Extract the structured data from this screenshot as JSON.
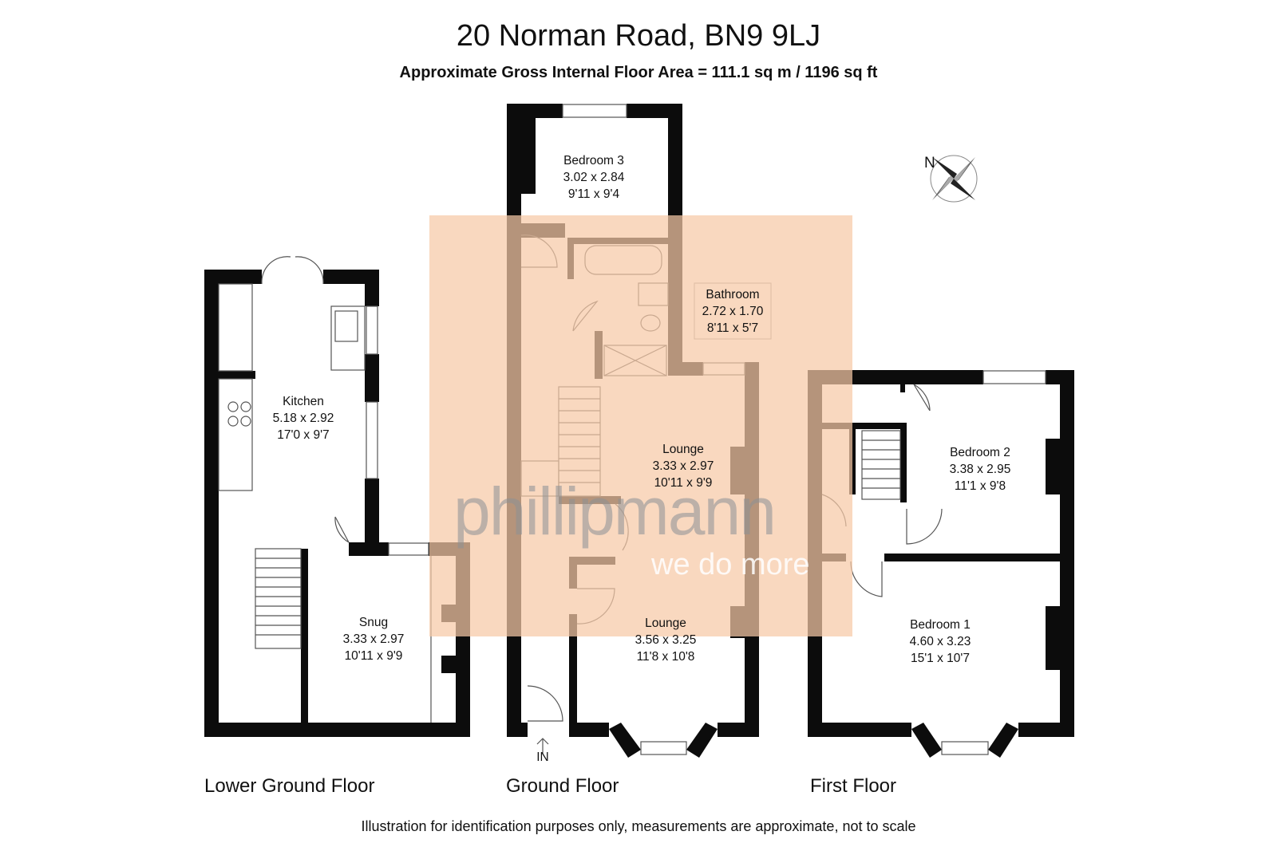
{
  "title": "20 Norman Road, BN9 9LJ",
  "subtitle": "Approximate Gross Internal Floor Area = 111.1 sq m / 1196 sq ft",
  "compass_label": "N",
  "entrance_label": "IN",
  "floors": {
    "lower_ground": "Lower Ground Floor",
    "ground": "Ground Floor",
    "first": "First Floor"
  },
  "rooms": {
    "kitchen": {
      "name": "Kitchen",
      "metric": "5.18 x 2.92",
      "imperial": "17'0 x 9'7"
    },
    "snug": {
      "name": "Snug",
      "metric": "3.33 x 2.97",
      "imperial": "10'11 x 9'9"
    },
    "bedroom3": {
      "name": "Bedroom 3",
      "metric": "3.02 x 2.84",
      "imperial": "9'11 x 9'4"
    },
    "bathroom": {
      "name": "Bathroom",
      "metric": "2.72 x 1.70",
      "imperial": "8'11 x 5'7"
    },
    "lounge_rear": {
      "name": "Lounge",
      "metric": "3.33 x 2.97",
      "imperial": "10'11 x 9'9"
    },
    "lounge_front": {
      "name": "Lounge",
      "metric": "3.56 x 3.25",
      "imperial": "11'8 x 10'8"
    },
    "bedroom2": {
      "name": "Bedroom 2",
      "metric": "3.38 x 2.95",
      "imperial": "11'1 x 9'8"
    },
    "bedroom1": {
      "name": "Bedroom 1",
      "metric": "4.60 x 3.23",
      "imperial": "15'1 x 10'7"
    }
  },
  "watermark": {
    "brand": "phillipmann",
    "tagline": "we do more",
    "color": "#f7c9a6"
  },
  "colors": {
    "wall": "#0c0c0c",
    "overlay": "#f7c9a6"
  },
  "footer": "Illustration for identification purposes only, measurements are approximate, not to scale"
}
